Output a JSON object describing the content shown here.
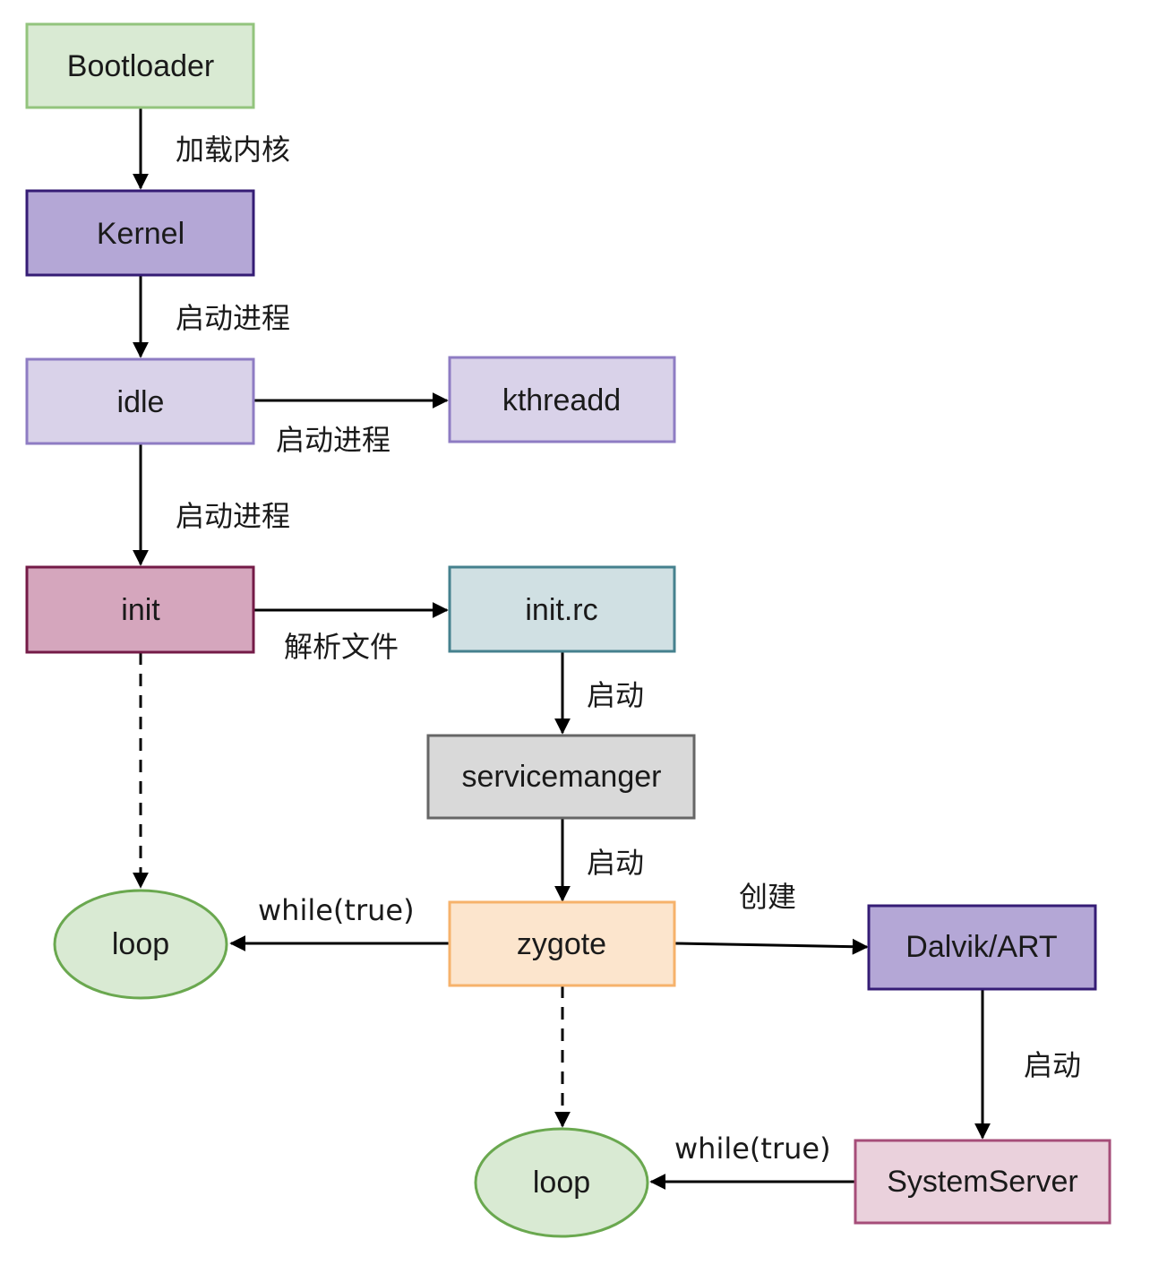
{
  "nodes": {
    "bootloader": {
      "label": "Bootloader"
    },
    "kernel": {
      "label": "Kernel"
    },
    "idle": {
      "label": "idle"
    },
    "kthreadd": {
      "label": "kthreadd"
    },
    "init": {
      "label": "init"
    },
    "init_rc": {
      "label": "init.rc"
    },
    "servicemanger": {
      "label": "servicemanger"
    },
    "zygote": {
      "label": "zygote"
    },
    "dalvik_art": {
      "label": "Dalvik/ART"
    },
    "loop_left": {
      "label": "loop"
    },
    "loop_bottom": {
      "label": "loop"
    },
    "systemserver": {
      "label": "SystemServer"
    }
  },
  "edges": {
    "bootloader_kernel": "加载内核",
    "kernel_idle": "启动进程",
    "idle_kthreadd": "启动进程",
    "idle_init": "启动进程",
    "init_initrc": "解析文件",
    "initrc_servicemanger": "启动",
    "servicemanger_zygote": "启动",
    "zygote_loop": "while(true)",
    "zygote_dalvik": "创建",
    "dalvik_systemserver": "启动",
    "systemserver_loop": "while(true)"
  },
  "colors": {
    "bootloader": {
      "fill": "#d9ead3",
      "stroke": "#93c47d"
    },
    "kernel": {
      "fill": "#b4a7d6",
      "stroke": "#351c75"
    },
    "idle": {
      "fill": "#d9d2e9",
      "stroke": "#8e7cc3"
    },
    "kthreadd": {
      "fill": "#d9d2e9",
      "stroke": "#8e7cc3"
    },
    "init": {
      "fill": "#d5a6bd",
      "stroke": "#741b47"
    },
    "init_rc": {
      "fill": "#d0e0e3",
      "stroke": "#45818e"
    },
    "servicemanger": {
      "fill": "#d9d9d9",
      "stroke": "#666666"
    },
    "zygote": {
      "fill": "#fce5cd",
      "stroke": "#f6b26b"
    },
    "dalvik_art": {
      "fill": "#b4a7d6",
      "stroke": "#351c75"
    },
    "loop": {
      "fill": "#d9ead3",
      "stroke": "#6aa84f"
    },
    "systemserver": {
      "fill": "#ead1dc",
      "stroke": "#a64d79"
    }
  }
}
